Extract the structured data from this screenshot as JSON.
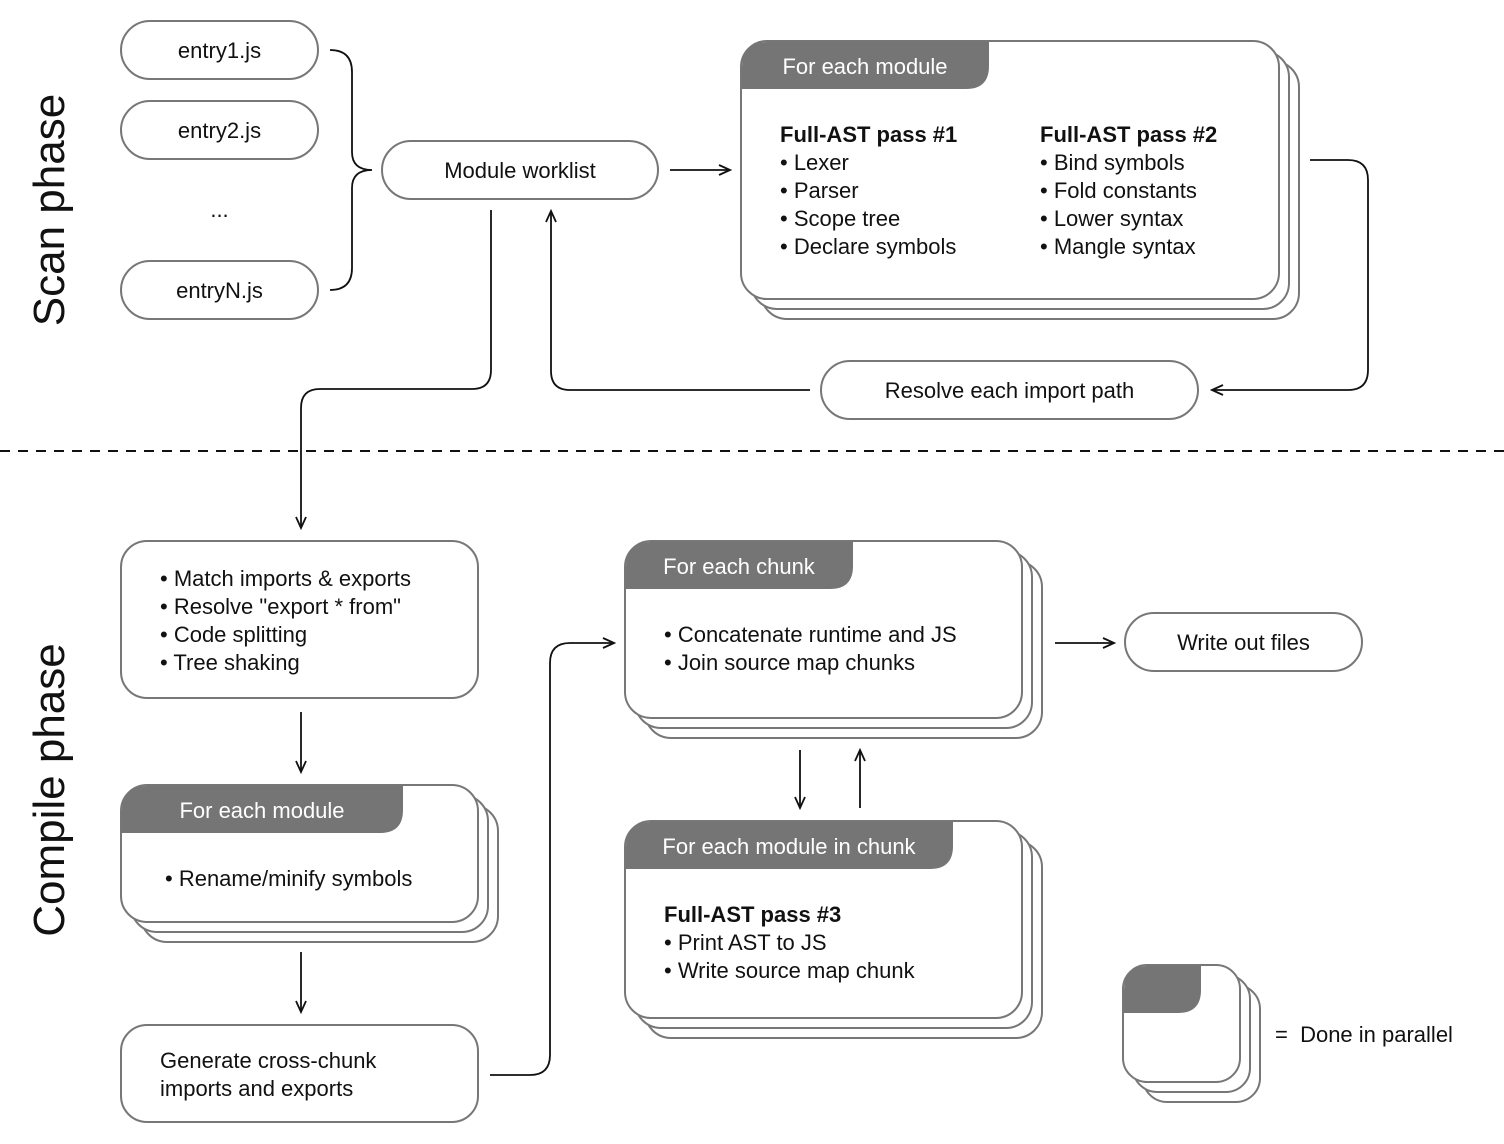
{
  "phases": {
    "scan": "Scan phase",
    "compile": "Compile phase"
  },
  "entries": [
    "entry1.js",
    "entry2.js",
    "...",
    "entryN.js"
  ],
  "worklist": "Module worklist",
  "resolve": "Resolve each import path",
  "scan_module": {
    "header": "For each module",
    "pass1": {
      "title": "Full-AST pass #1",
      "items": [
        "• Lexer",
        "• Parser",
        "• Scope tree",
        "• Declare symbols"
      ]
    },
    "pass2": {
      "title": "Full-AST pass #2",
      "items": [
        "• Bind symbols",
        "• Fold constants",
        "• Lower syntax",
        "• Mangle syntax"
      ]
    }
  },
  "link": {
    "items": [
      "• Match imports & exports",
      "• Resolve \"export * from\"",
      "• Code splitting",
      "• Tree shaking"
    ]
  },
  "rename": {
    "header": "For each module",
    "items": [
      "• Rename/minify symbols"
    ]
  },
  "cross_chunk": {
    "lines": [
      "Generate cross-chunk",
      "imports and exports"
    ]
  },
  "chunk": {
    "header": "For each chunk",
    "items": [
      "• Concatenate runtime and JS",
      "• Join source map chunks"
    ]
  },
  "chunk_module": {
    "header": "For each module in chunk",
    "pass3": {
      "title": "Full-AST pass #3",
      "items": [
        "• Print AST to JS",
        "• Write source map chunk"
      ]
    }
  },
  "write": "Write out files",
  "legend": {
    "text": "=  Done in parallel"
  }
}
